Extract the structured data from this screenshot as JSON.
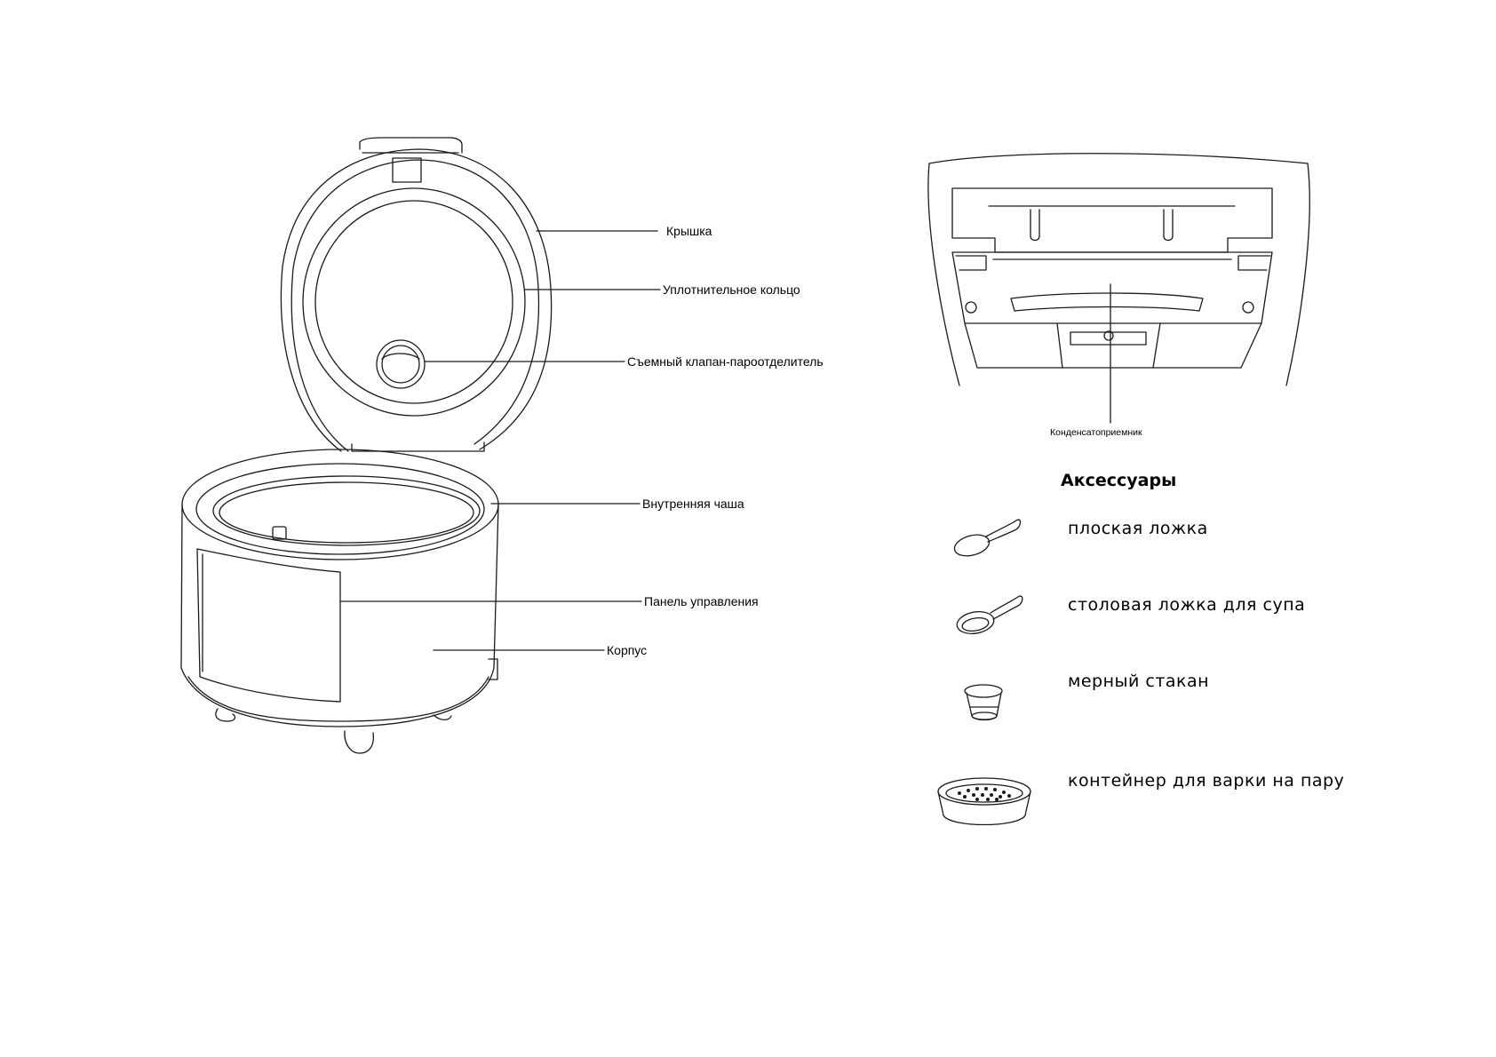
{
  "cooker_diagram": {
    "labels": {
      "lid": "Крышка",
      "sealing_ring": "Уплотнительное кольцо",
      "steam_valve": "Съемный клапан-пароотделитель",
      "inner_bowl": "Внутренняя чаша",
      "control_panel": "Панель управления",
      "body": "Корпус"
    }
  },
  "rear_view": {
    "labels": {
      "condensate_collector": "Конденсатоприемник"
    }
  },
  "accessories": {
    "title": "Аксессуары",
    "items": [
      {
        "label": "плоская ложка",
        "icon": "flat-spoon-icon"
      },
      {
        "label": "столовая ложка для супа",
        "icon": "soup-spoon-icon"
      },
      {
        "label": "мерный стакан",
        "icon": "measuring-cup-icon"
      },
      {
        "label": "контейнер для варки на пару",
        "icon": "steamer-container-icon"
      }
    ]
  }
}
